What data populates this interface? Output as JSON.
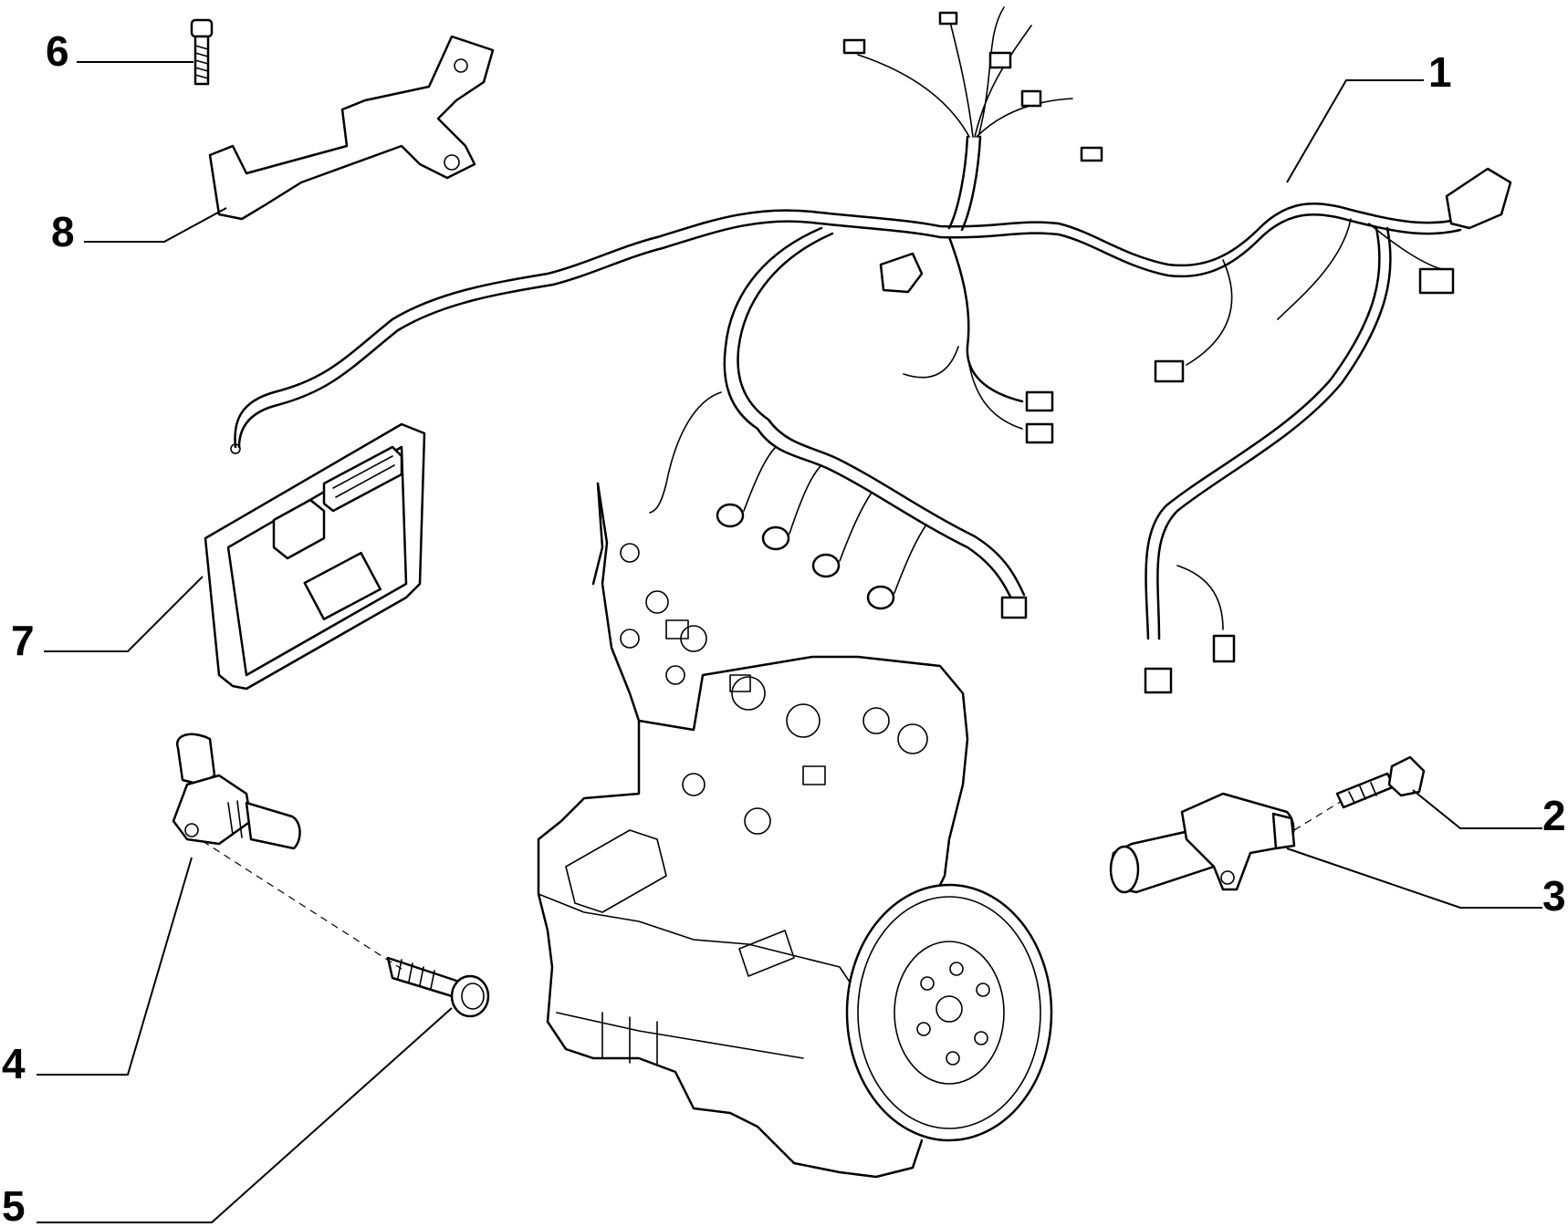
{
  "diagram": {
    "callouts": [
      {
        "id": "1",
        "text": "1",
        "part": "wiring-harness"
      },
      {
        "id": "2",
        "text": "2",
        "part": "bolt"
      },
      {
        "id": "3",
        "text": "3",
        "part": "crankshaft-position-sensor"
      },
      {
        "id": "4",
        "text": "4",
        "part": "camshaft-position-sensor"
      },
      {
        "id": "5",
        "text": "5",
        "part": "bolt"
      },
      {
        "id": "6",
        "text": "6",
        "part": "screw"
      },
      {
        "id": "7",
        "text": "7",
        "part": "engine-control-unit"
      },
      {
        "id": "8",
        "text": "8",
        "part": "bracket"
      }
    ]
  }
}
